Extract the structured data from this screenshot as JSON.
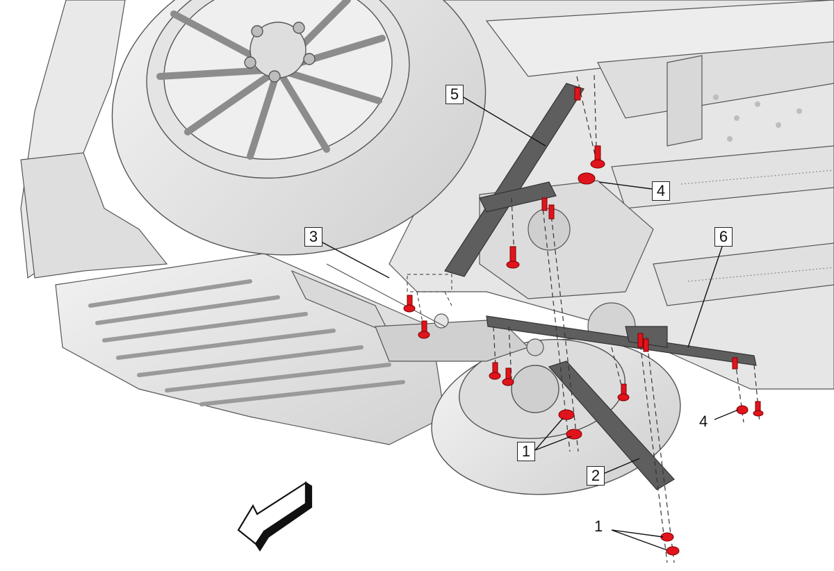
{
  "diagram": {
    "callouts": [
      {
        "id": "5",
        "boxed": true
      },
      {
        "id": "4",
        "boxed": true
      },
      {
        "id": "3",
        "boxed": true
      },
      {
        "id": "6",
        "boxed": true
      },
      {
        "id": "1",
        "boxed": true
      },
      {
        "id": "2",
        "boxed": true
      },
      {
        "id": "4",
        "boxed": false
      },
      {
        "id": "1",
        "boxed": false
      }
    ],
    "colors": {
      "line_art": "#222222",
      "body_fill": "#ececec",
      "body_shade": "#d6d6d6",
      "brace": "#5e5e5e",
      "fastener": "#e0141c"
    }
  }
}
